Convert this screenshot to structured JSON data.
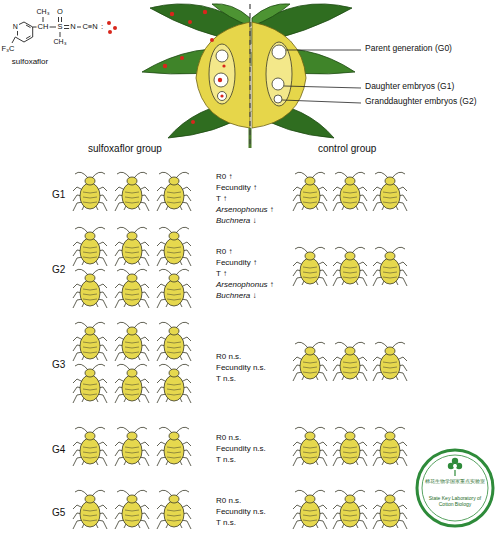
{
  "diagram": {
    "labels": [
      "F₃C",
      "N",
      "CH₃",
      "CH",
      "O",
      "S",
      "CH₃",
      "N",
      "C≡N",
      ":",
      "sulfoxaflor",
      "Parent generation (G0)",
      "Daughter embryos (G1)",
      "Granddaughter embryos (G2)",
      "sulfoxaflor group",
      "control group",
      "G1",
      "R0 ↑",
      "Fecundity ↑",
      "T ↑",
      "Arsenophonus ↑",
      "Buchnera ↓",
      "G2",
      "R0 ↑",
      "Fecundity ↑",
      "T ↑",
      "Arsenophonus ↑",
      "Buchnera ↓",
      "G3",
      "R0 n.s.",
      "Fecundity n.s.",
      "T n.s.",
      "G4",
      "R0 n.s.",
      "Fecundity n.s.",
      "T n.s.",
      "G5",
      "R0 n.s.",
      "Fecundity n.s.",
      "T n.s.",
      "棉花生物学国家重点实验室",
      "State Key Laboratory of Cotton Biology"
    ]
  }
}
